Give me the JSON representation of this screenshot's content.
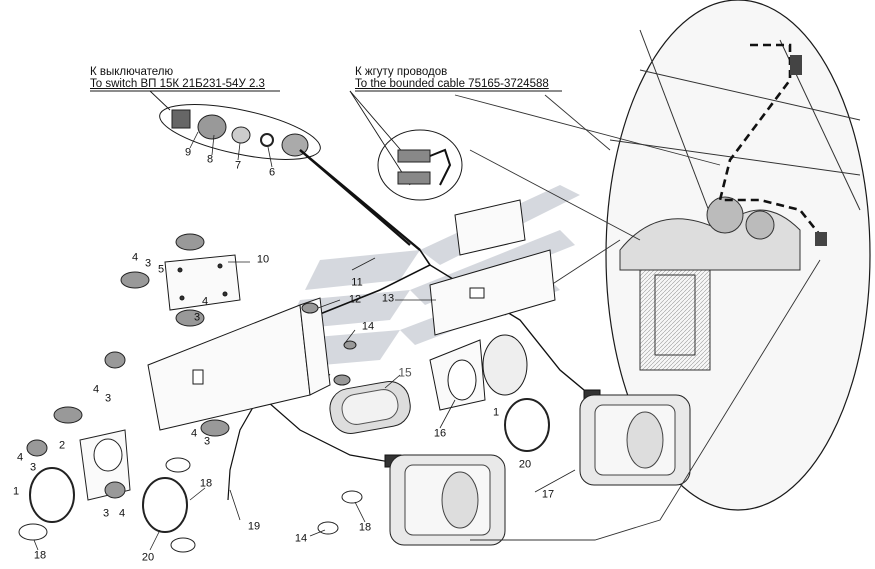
{
  "captions": {
    "switch_ru": "К выключателю",
    "switch_en": "To switch ВП 15К 21Б231-54У 2.3",
    "harness_ru": "К жгуту проводов",
    "harness_en": "To the bounded cable 75165-3724588"
  },
  "part_numbers": {
    "p1_top": "1",
    "p1_left": "1",
    "p2": "2",
    "p3_a": "3",
    "p3_b": "3",
    "p3_c": "3",
    "p3_d": "3",
    "p3_e": "3",
    "p3_f": "3",
    "p4_a": "4",
    "p4_b": "4",
    "p4_c": "4",
    "p4_d": "4",
    "p4_e": "4",
    "p4_f": "4",
    "p5": "5",
    "p6": "6",
    "p7": "7",
    "p8": "8",
    "p9": "9",
    "p10": "10",
    "p11": "11",
    "p12": "12",
    "p13": "13",
    "p14_a": "14",
    "p14_b": "14",
    "p15": "15",
    "p16": "16",
    "p17": "17",
    "p18_a": "18",
    "p18_b": "18",
    "p18_c": "18",
    "p19": "19",
    "p20_a": "20",
    "p20_b": "20"
  },
  "colors": {
    "line": "#1a1a1a",
    "watermark": "#c8ccd4",
    "inset_fill": "#f4f4f4"
  }
}
